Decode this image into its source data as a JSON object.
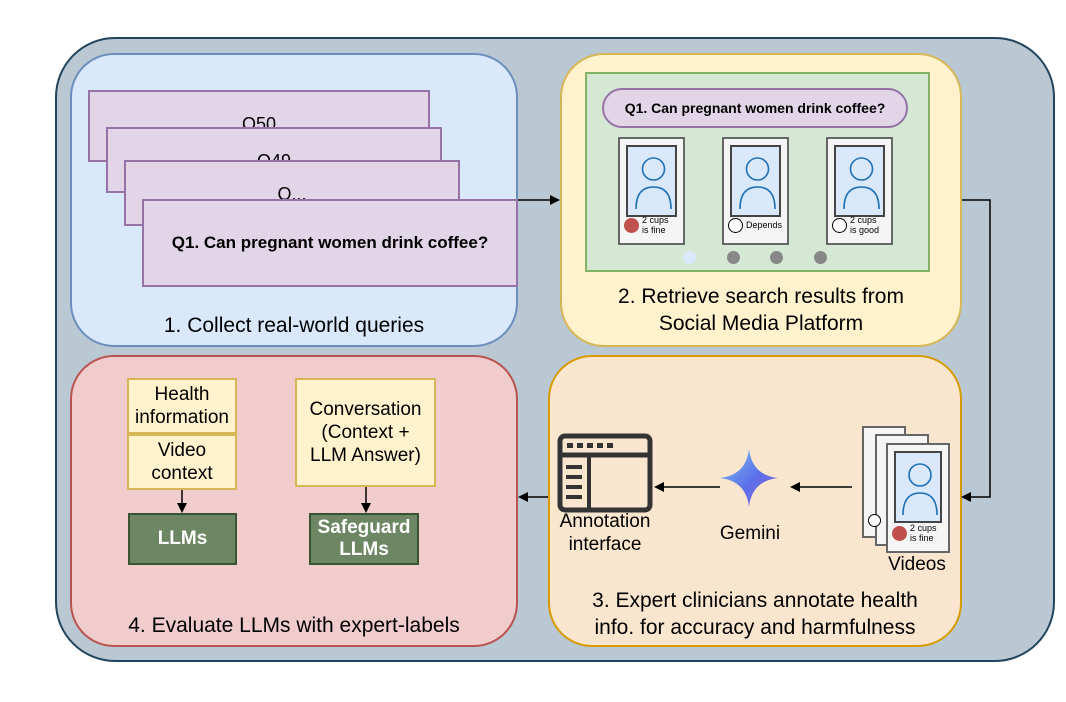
{
  "panel1": {
    "cards": [
      "Q50",
      "Q49",
      "Q...",
      "Q1. Can pregnant women drink coffee?"
    ],
    "caption": "1. Collect real-world queries"
  },
  "panel2": {
    "query": "Q1. Can pregnant women drink coffee?",
    "videos": [
      {
        "label_line1": "2 cups",
        "label_line2": "is fine",
        "badge_color": "#c0504d"
      },
      {
        "label_line1": "Depends",
        "label_line2": "",
        "badge_color": "#ffffff"
      },
      {
        "label_line1": "2 cups",
        "label_line2": "is good",
        "badge_color": "#ffffff"
      }
    ],
    "caption_line1": "2. Retrieve search results from",
    "caption_line2": "Social Media Platform"
  },
  "panel3": {
    "videos_label": "Videos",
    "video_label_line1": "2 cups",
    "video_label_line2": "is fine",
    "gemini_label": "Gemini",
    "annotation_line1": "Annotation",
    "annotation_line2": "interface",
    "caption_line1": "3. Expert clinicians annotate health",
    "caption_line2": "info. for accuracy and harmfulness"
  },
  "panel4": {
    "health_line1": "Health",
    "health_line2": "information",
    "video_ctx_line1": "Video",
    "video_ctx_line2": "context",
    "conv_line1": "Conversation",
    "conv_line2": "(Context +",
    "conv_line3": "LLM Answer)",
    "llms": "LLMs",
    "safeguard_line1": "Safeguard",
    "safeguard_line2": "LLMs",
    "caption": "4. Evaluate LLMs with expert-labels"
  },
  "colors": {
    "outer": "#bac8d3",
    "panel1": "#dae8fc",
    "panel2": "#fff2cc",
    "panel3": "#fae6cf",
    "panel4": "#f0cccc",
    "query_card": "#e1d5e7",
    "green_box": "#6d8764"
  }
}
